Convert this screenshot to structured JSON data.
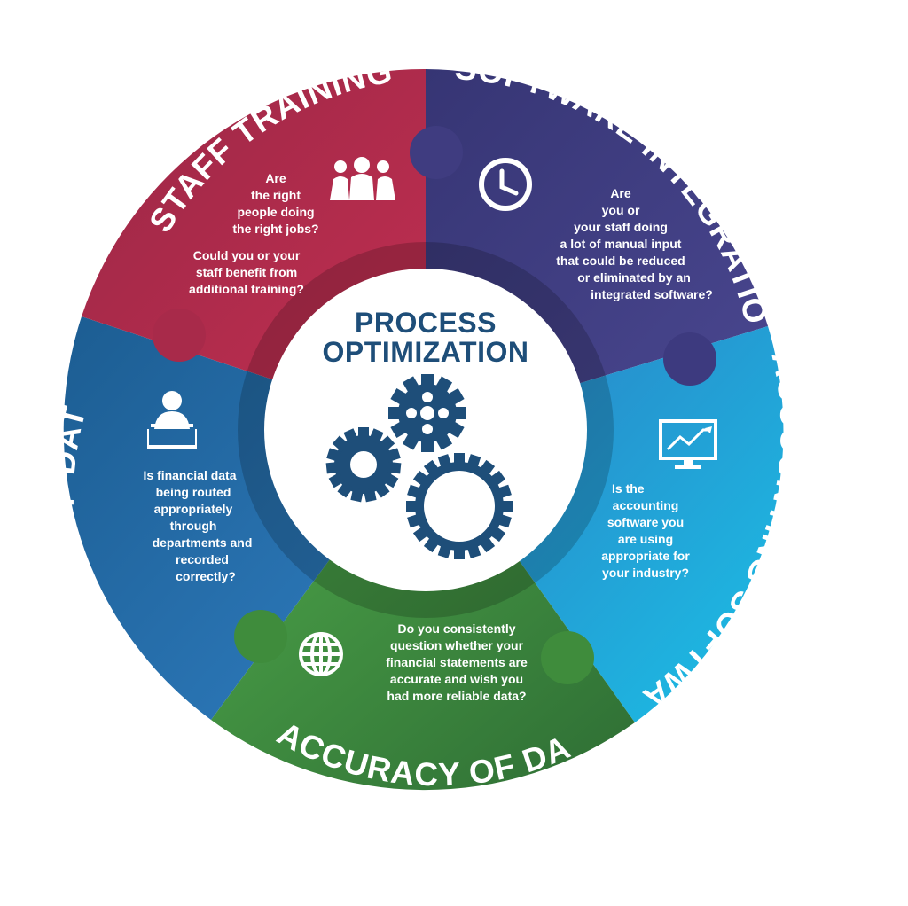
{
  "center": {
    "line1": "PROCESS",
    "line2": "OPTIMIZATION"
  },
  "segments": {
    "staff_training": {
      "title": "STAFF TRAINING",
      "icon": "people-icon",
      "color": "#b02c4c",
      "q1": [
        "Are",
        "the right",
        "people doing",
        "the right jobs?"
      ],
      "q2": [
        "Could you or your",
        "staff benefit from",
        "additional training?"
      ]
    },
    "software_integrations": {
      "title": "SOFTWARE INTEGRATIONS",
      "icon": "clock-icon",
      "color": "#3e3b7e",
      "q1": [
        "Are",
        "you or",
        "your staff doing",
        "a lot of manual input",
        "that could be reduced",
        "or eliminated by an",
        "integrated software?"
      ]
    },
    "accounting_software": {
      "title": "ACCOUNTING SOFTWARE",
      "icon": "monitor-chart-icon",
      "color": "#1aa5d8",
      "q1": [
        "Is the",
        "accounting",
        "software you",
        "are using",
        "appropriate for",
        "your industry?"
      ]
    },
    "accuracy_of_data": {
      "title": "ACCURACY OF DATA",
      "icon": "globe-icon",
      "color": "#3f8c3c",
      "q1": [
        "Do you consistently",
        "question whether your",
        "financial statements are",
        "accurate and wish you",
        "had more reliable data?"
      ]
    },
    "flow_of_data": {
      "title": "FLOW OF DATA",
      "icon": "user-laptop-icon",
      "color": "#1e5c97",
      "q1": [
        "Is financial data",
        "being routed",
        "appropriately",
        "through",
        "departments and",
        "recorded",
        "correctly?"
      ]
    }
  }
}
